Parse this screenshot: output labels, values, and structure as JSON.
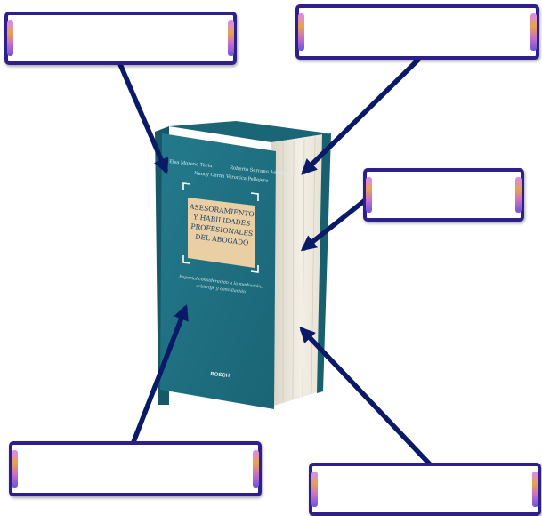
{
  "book": {
    "authors_left": "Elsa Moreno Tarin",
    "authors_right": "Roberto Serrano Amado",
    "authors_second": "Nancy Cerna Veronica Pellejero",
    "title_lines": [
      "ASESORAMIENTO",
      "Y HABILIDADES",
      "PROFESIONALES",
      "DEL ABOGADO"
    ],
    "subtitle_lines": [
      "Especial consideración a la mediación,",
      "arbitraje y conciliación"
    ],
    "publisher": "BOSCH"
  },
  "labels": {
    "top_left": "",
    "top_right": "",
    "middle_right": "",
    "bottom_left": "",
    "bottom_right": ""
  },
  "colors": {
    "arrow": "#0b1a66",
    "box_border": "#2d1f8c",
    "cover": "#1f6f82",
    "label_panel": "#e9cfa3"
  }
}
